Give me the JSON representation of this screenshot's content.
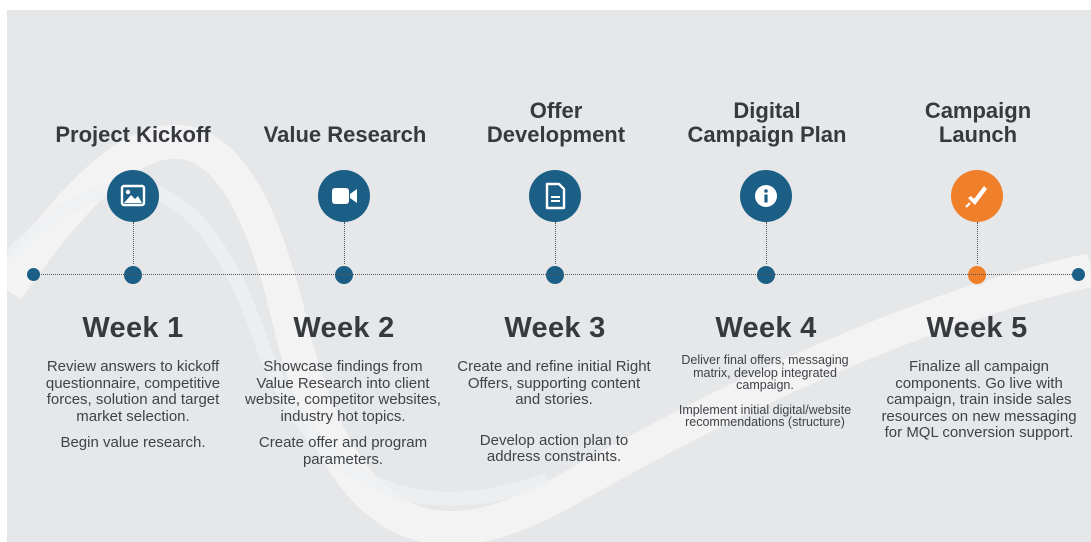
{
  "colors": {
    "background": "#e6e7e9",
    "primary": "#1b5f86",
    "accent": "#f07f29",
    "text": "#363a3f"
  },
  "stages": [
    {
      "title": "Project Kickoff",
      "icon": "image-icon",
      "week": "Week  1",
      "desc": [
        "Review answers to kickoff questionnaire, competitive forces, solution and target market selection.",
        "Begin value research."
      ]
    },
    {
      "title": "Value Research",
      "icon": "video-camera-icon",
      "week": "Week 2",
      "desc": [
        "Showcase findings from Value Research into client website, competitor websites, industry hot topics.",
        "Create offer and program parameters."
      ]
    },
    {
      "title": "Offer\nDevelopment",
      "icon": "document-icon",
      "week": "Week 3",
      "desc": [
        "Create and refine initial Right Offers, supporting content and stories.",
        "Develop action plan to address constraints."
      ]
    },
    {
      "title": "Digital\nCampaign Plan",
      "icon": "info-icon",
      "week": "Week 4",
      "desc": [
        "Deliver final offers, messaging matrix, develop integrated campaign.",
        "Implement initial digital/website recommendations (structure)"
      ]
    },
    {
      "title": "Campaign\nLaunch",
      "icon": "rocket-icon",
      "week": "Week 5",
      "desc": [
        "Finalize all campaign components. Go live with campaign, train inside sales resources on new messaging for MQL conversion support."
      ]
    }
  ]
}
